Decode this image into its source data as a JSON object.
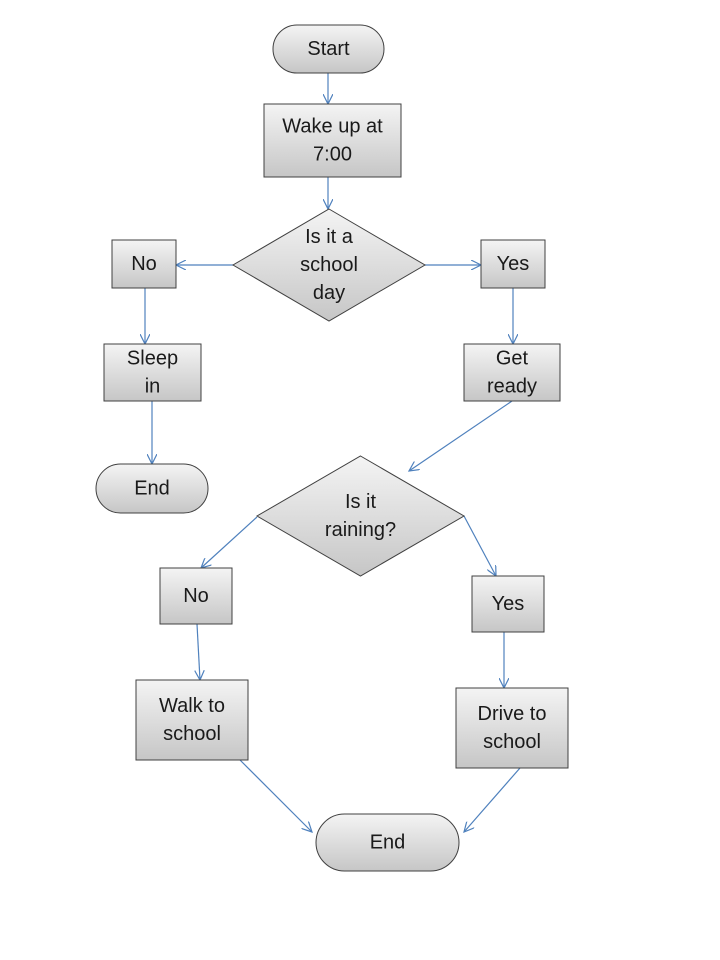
{
  "colors": {
    "connector": "#4f81bd",
    "shape_fill_top": "#f4f4f4",
    "shape_fill_bottom": "#c6c6c6",
    "shape_stroke": "#404040"
  },
  "nodes": {
    "start": {
      "kind": "terminator",
      "lines": [
        "Start"
      ]
    },
    "wake": {
      "kind": "process",
      "lines": [
        "Wake up at",
        "7:00"
      ]
    },
    "school_day": {
      "kind": "decision",
      "lines": [
        "Is it a",
        "school",
        "day"
      ]
    },
    "no1": {
      "kind": "process",
      "lines": [
        "No"
      ]
    },
    "yes1": {
      "kind": "process",
      "lines": [
        "Yes"
      ]
    },
    "sleep_in": {
      "kind": "process",
      "lines": [
        "Sleep",
        "in"
      ]
    },
    "get_ready": {
      "kind": "process",
      "lines": [
        "Get",
        "ready"
      ]
    },
    "end1": {
      "kind": "terminator",
      "lines": [
        "End"
      ]
    },
    "raining": {
      "kind": "decision",
      "lines": [
        "Is it",
        "raining?"
      ]
    },
    "no2": {
      "kind": "process",
      "lines": [
        "No"
      ]
    },
    "yes2": {
      "kind": "process",
      "lines": [
        "Yes"
      ]
    },
    "walk": {
      "kind": "process",
      "lines": [
        "Walk to",
        "school"
      ]
    },
    "drive": {
      "kind": "process",
      "lines": [
        "Drive to",
        "school"
      ]
    },
    "end2": {
      "kind": "terminator",
      "lines": [
        "End"
      ]
    }
  },
  "edges": [
    {
      "from": "start",
      "to": "wake"
    },
    {
      "from": "wake",
      "to": "school_day"
    },
    {
      "from": "school_day",
      "to": "no1"
    },
    {
      "from": "school_day",
      "to": "yes1"
    },
    {
      "from": "no1",
      "to": "sleep_in"
    },
    {
      "from": "sleep_in",
      "to": "end1"
    },
    {
      "from": "yes1",
      "to": "get_ready"
    },
    {
      "from": "get_ready",
      "to": "raining"
    },
    {
      "from": "raining",
      "to": "no2"
    },
    {
      "from": "raining",
      "to": "yes2"
    },
    {
      "from": "no2",
      "to": "walk"
    },
    {
      "from": "yes2",
      "to": "drive"
    },
    {
      "from": "walk",
      "to": "end2"
    },
    {
      "from": "drive",
      "to": "end2"
    }
  ]
}
